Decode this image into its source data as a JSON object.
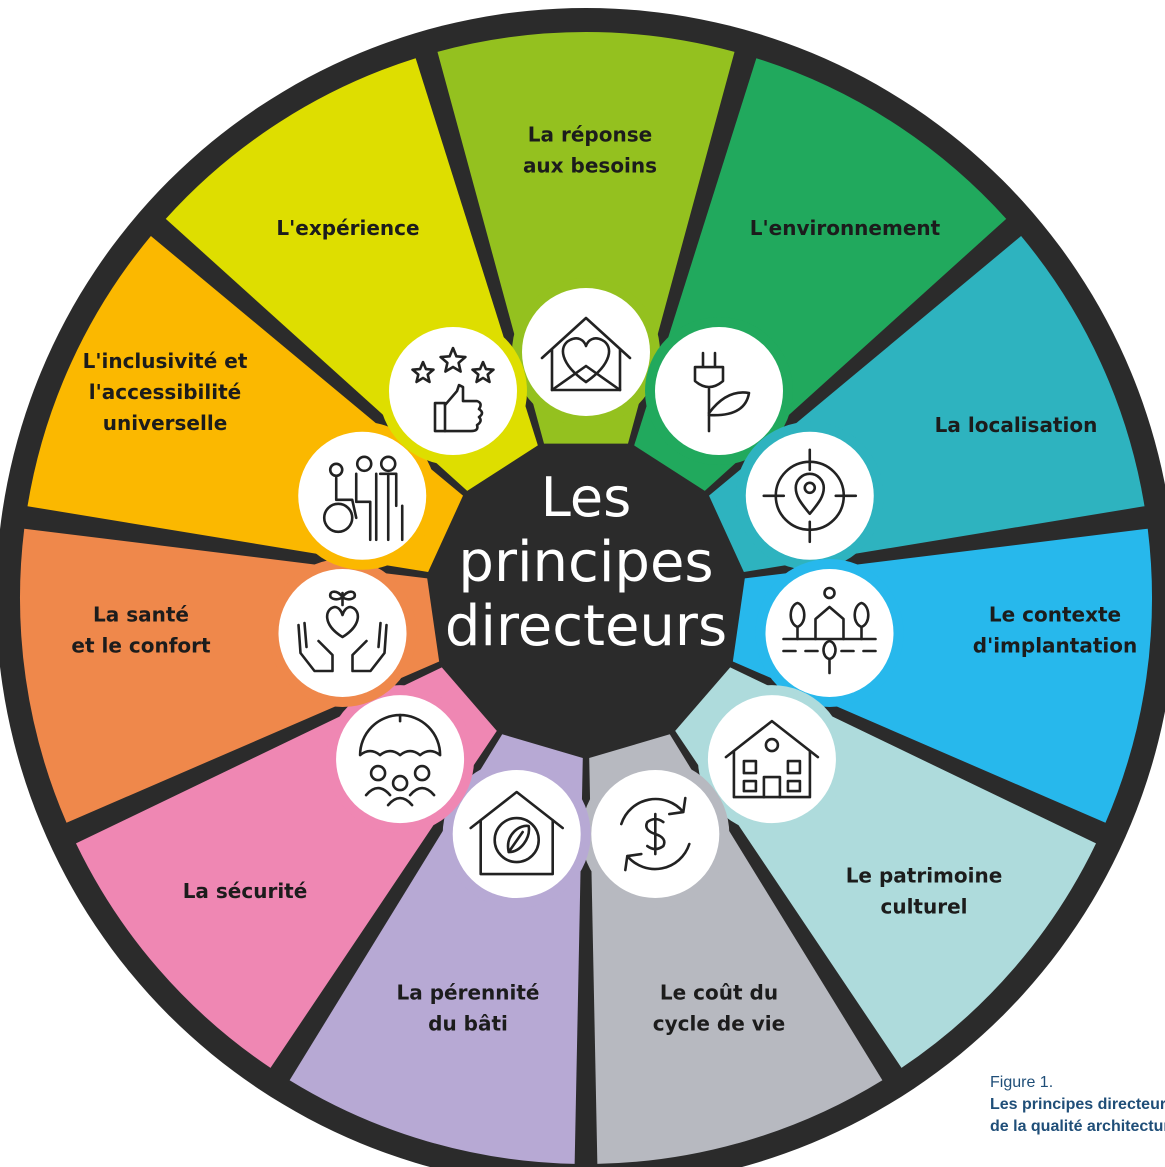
{
  "center": {
    "line1": "Les",
    "line2": "principes",
    "line3": "directeurs"
  },
  "segments": [
    {
      "id": "reponse",
      "color": "#94c11f",
      "lines": [
        "La réponse",
        "aux besoins"
      ],
      "icon": "house-heart-icon"
    },
    {
      "id": "environnement",
      "color": "#21a95d",
      "lines": [
        "L'environnement"
      ],
      "icon": "plug-plant-icon"
    },
    {
      "id": "localisation",
      "color": "#2eb3bf",
      "lines": [
        "La localisation"
      ],
      "icon": "location-target-icon"
    },
    {
      "id": "contexte",
      "color": "#27b8ec",
      "lines": [
        "Le contexte",
        "d'implantation"
      ],
      "icon": "landscape-trees-icon"
    },
    {
      "id": "patrimoine",
      "color": "#aedbdc",
      "lines": [
        "Le patrimoine",
        "culturel"
      ],
      "icon": "historic-building-icon"
    },
    {
      "id": "cout",
      "color": "#b7b9c0",
      "lines": [
        "Le coût du",
        "cycle de vie"
      ],
      "icon": "dollar-cycle-icon"
    },
    {
      "id": "perennite",
      "color": "#b7a9d4",
      "lines": [
        "La pérennité",
        "du bâti"
      ],
      "icon": "house-leaf-icon"
    },
    {
      "id": "securite",
      "color": "#ef87b3",
      "lines": [
        "La sécurité"
      ],
      "icon": "umbrella-people-icon"
    },
    {
      "id": "sante",
      "color": "#ef884b",
      "lines": [
        "La santé",
        "et le confort"
      ],
      "icon": "hands-heart-icon"
    },
    {
      "id": "inclusivite",
      "color": "#fbb800",
      "lines": [
        "L'inclusivité et",
        "l'accessibilité",
        "universelle"
      ],
      "icon": "accessibility-people-icon"
    },
    {
      "id": "experience",
      "color": "#dede00",
      "lines": [
        "L'expérience"
      ],
      "icon": "stars-thumbsup-icon"
    }
  ],
  "caption": {
    "figure": "Figure 1.",
    "line1": "Les principes directeurs",
    "line2": "de la qualité architecturale"
  },
  "colors": {
    "background_ring": "#2b2b2b",
    "text": "#1c1c1c",
    "caption": "#1f4e78"
  }
}
